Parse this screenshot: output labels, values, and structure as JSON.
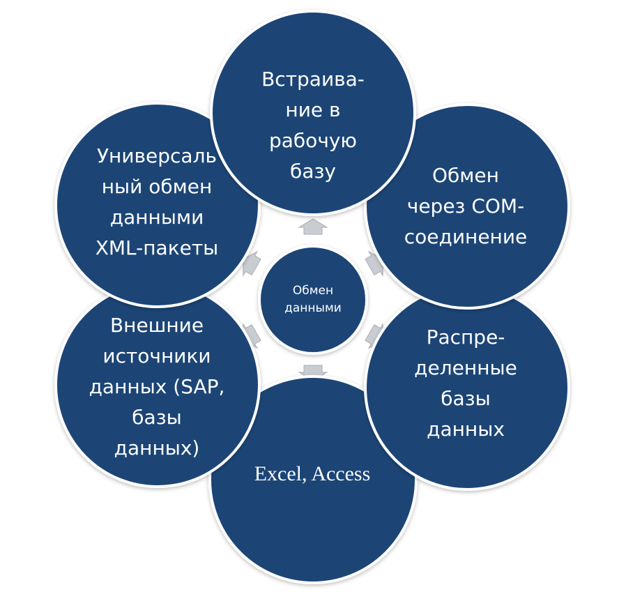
{
  "colors": {
    "circle_fill": "#1f4576",
    "circle_stroke": "#ffffff",
    "arrow_fill": "#c9ccd1",
    "arrow_stroke": "#a9aeb5",
    "text": "#ffffff"
  },
  "center": {
    "label": "Обмен\nданными"
  },
  "nodes": [
    {
      "id": "embed",
      "label": "Встраива-\nние в\nрабочую\nбазу"
    },
    {
      "id": "com",
      "label": "Обмен\nчерез COM-\nсоединение"
    },
    {
      "id": "distributed",
      "label": "Распре-\nделенные\nбазы\nданных"
    },
    {
      "id": "excel",
      "label": "Excel, Access"
    },
    {
      "id": "external",
      "label": "Внешние\nисточники\nданных (SAP,\nбазы\nданных)"
    },
    {
      "id": "xml",
      "label": "Универсаль\nный обмен\nданными\nXML-пакеты"
    }
  ]
}
